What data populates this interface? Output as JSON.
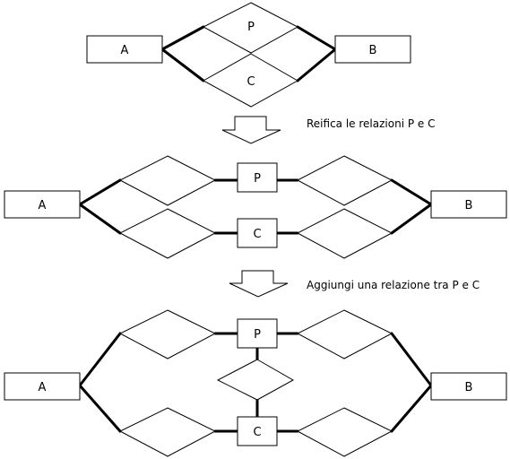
{
  "stage1": {
    "entity_a": "A",
    "entity_b": "B",
    "relation_p": "P",
    "relation_c": "C"
  },
  "step1_caption": "Reifica le relazioni P e C",
  "stage2": {
    "entity_a": "A",
    "entity_b": "B",
    "entity_p": "P",
    "entity_c": "C"
  },
  "step2_caption": "Aggiungi una relazione tra P e C",
  "stage3": {
    "entity_a": "A",
    "entity_b": "B",
    "entity_p": "P",
    "entity_c": "C"
  }
}
